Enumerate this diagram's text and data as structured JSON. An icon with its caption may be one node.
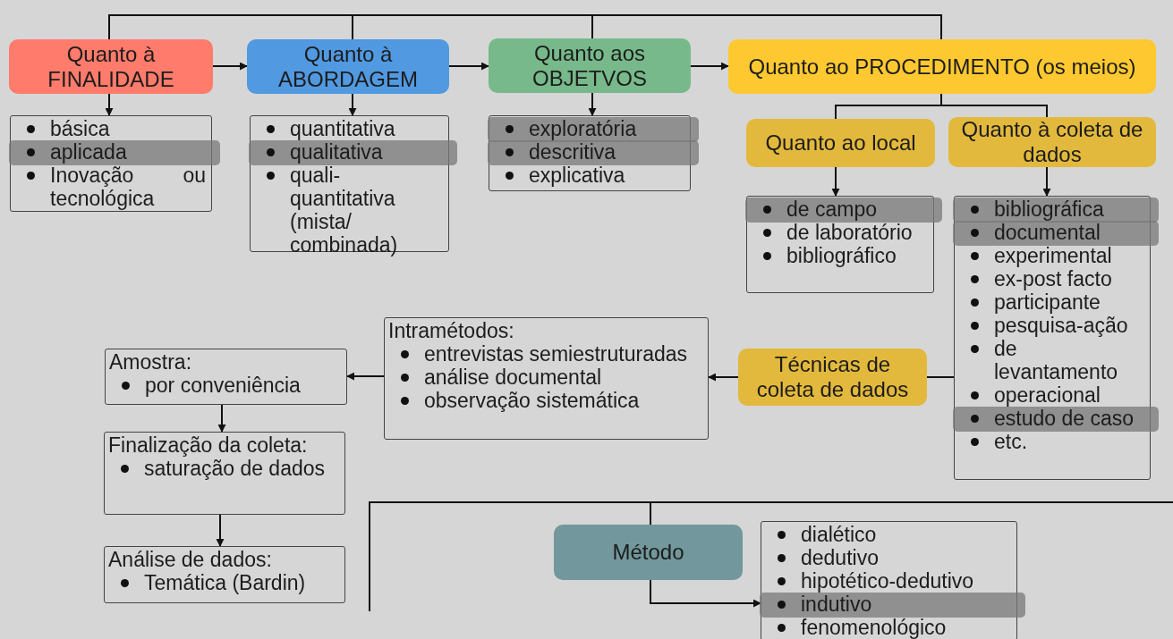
{
  "diagram": {
    "nodes": [
      {
        "text": [
          "Quanto à FINALIDADE"
        ]
      },
      {
        "text": [
          "básica",
          "aplicada",
          "Inovação ou tecnológica"
        ]
      },
      {
        "text": [
          "Quanto à ABORDAGEM"
        ]
      },
      {
        "text": [
          "quantitativa",
          "qualitativa",
          "quali-quantitativa (mista/ combinada)"
        ]
      },
      {
        "text": [
          "Quanto aos OBJETVOS"
        ]
      },
      {
        "text": [
          "exploratória",
          "descritiva",
          "explicativa"
        ]
      },
      {
        "text": [
          "Quanto ao PROCEDIMENTO (os meios)"
        ]
      },
      {
        "text": [
          "Quanto ao local"
        ]
      },
      {
        "text": [
          "Quanto à coleta de dados"
        ]
      },
      {
        "text": [
          "de campo",
          "de laboratório",
          "bibliográfico"
        ]
      },
      {
        "text": [
          "bibliográfica",
          "documental",
          "experimental",
          "ex-post facto",
          "participante",
          "pesquisa-ação",
          "de levantamento",
          "operacional",
          "estudo de caso",
          "etc."
        ]
      },
      {
        "text": [
          "Técnicas de coleta de dados"
        ]
      },
      {
        "text": [
          "Intramétodos:",
          "entrevistas semiestruturadas",
          "análise documental",
          "observação sistemática"
        ]
      },
      {
        "text": [
          "Amostra:",
          "por conveniência"
        ]
      },
      {
        "text": [
          "Finalização da coleta:",
          "saturação de dados"
        ]
      },
      {
        "text": [
          "Análise de dados:",
          "Temática (Bardin)"
        ]
      },
      {
        "text": [
          "Método"
        ]
      },
      {
        "text": [
          "dialético",
          "dedutivo",
          "hipotético-dedutivo",
          "indutivo",
          "fenomenológico"
        ]
      }
    ],
    "edges": [
      {
        "from": 0,
        "to": 2,
        "arrow": "none"
      },
      {
        "from": 0,
        "to": 4,
        "arrow": "none"
      },
      {
        "from": 0,
        "to": 6,
        "arrow": "none"
      },
      {
        "from": 0,
        "to": 2,
        "arrow": "to"
      },
      {
        "from": 2,
        "to": 4,
        "arrow": "to"
      },
      {
        "from": 4,
        "to": 6,
        "arrow": "to"
      },
      {
        "from": 0,
        "to": 1,
        "arrow": "to"
      },
      {
        "from": 2,
        "to": 3,
        "arrow": "to"
      },
      {
        "from": 4,
        "to": 5,
        "arrow": "to"
      },
      {
        "from": 6,
        "to": 7,
        "arrow": "none"
      },
      {
        "from": 6,
        "to": 8,
        "arrow": "none"
      },
      {
        "from": 7,
        "to": 9,
        "arrow": "to"
      },
      {
        "from": 8,
        "to": 10,
        "arrow": "to"
      },
      {
        "from": 10,
        "to": 11,
        "arrow": "none"
      },
      {
        "from": 11,
        "to": 12,
        "arrow": "to"
      },
      {
        "from": 12,
        "to": 13,
        "arrow": "to"
      },
      {
        "from": 13,
        "to": 14,
        "arrow": "to"
      },
      {
        "from": 14,
        "to": 15,
        "arrow": "to"
      },
      {
        "from": null,
        "to": 16,
        "arrow": "none"
      },
      {
        "from": 16,
        "to": 17,
        "arrow": "to"
      }
    ]
  }
}
